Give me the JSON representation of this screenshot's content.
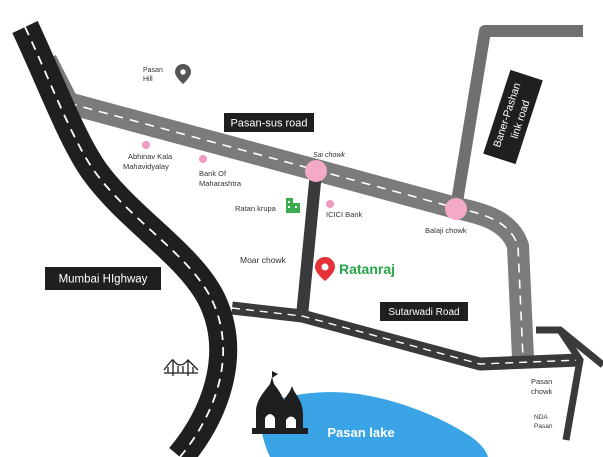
{
  "roads": {
    "pasan_sus_road": "Pasan-sus road",
    "mumbai_highway": "Mumbai HIghway",
    "baner_pashan_link_road_line1": "Baner-Pashan",
    "baner_pashan_link_road_line2": "link road",
    "sutarwadi_road": "Sutarwadi Road"
  },
  "places": {
    "pasan_hill_line1": "Pasan",
    "pasan_hill_line2": "Hill",
    "abhinav_line1": "Abhinav Kala",
    "abhinav_line2": "Mahavidyalay",
    "bank_line1": "Bank Of",
    "bank_line2": "Maharashtra",
    "sai_chowk": "Sai chowk",
    "icici_bank": "ICICI Bank",
    "ratan_krupa": "Ratan krupa",
    "balaji_chowk": "Balaji chowk",
    "moar_chowk": "Moar chowk",
    "ratanraj": "Ratanraj",
    "pasan_chowk_line1": "Pasan",
    "pasan_chowk_line2": "chowk",
    "nda_pasan_line1": "NDA",
    "nda_pasan_line2": "Pasan",
    "pasan_lake": "Pasan lake"
  },
  "colors": {
    "highway": "#1f1f22",
    "major_road": "#707070",
    "minor_road": "#3a3a3d",
    "junction": "#f4a9c6",
    "poi_dot": "#ef9ac0",
    "project_pin": "#e53238",
    "project_label": "#27a54a",
    "building": "#3cab4f",
    "lake": "#3aa4e6",
    "label_box": "#1f1f1f"
  },
  "icons": {
    "hill": "location-pin-icon",
    "project": "location-pin-icon",
    "ratan_krupa": "building-icon",
    "bridge": "bridge-icon",
    "temple": "temple-icon"
  }
}
